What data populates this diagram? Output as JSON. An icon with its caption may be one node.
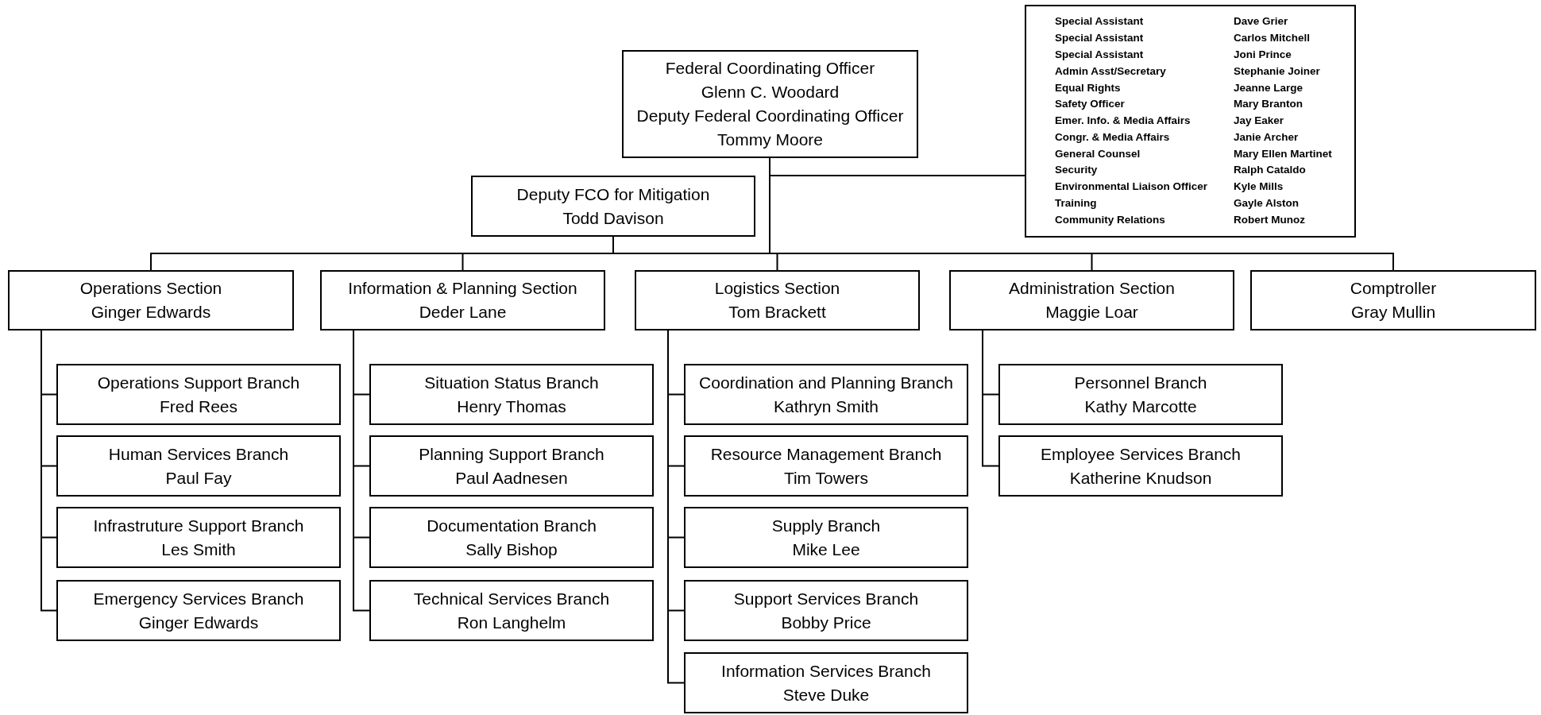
{
  "diagram": {
    "nodes": [
      {
        "text": [
          "Federal Coordinating Officer",
          "Glenn C. Woodard",
          "Deputy Federal Coordinating Officer",
          "Tommy Moore"
        ]
      },
      {
        "text": [
          "Special Assistant",
          "Dave Grier",
          "Special Assistant",
          "Carlos Mitchell",
          "Special Assistant",
          "Joni Prince",
          "Admin Asst/Secretary",
          "Stephanie Joiner",
          "Equal Rights",
          "Jeanne Large",
          "Safety Officer",
          "Mary Branton",
          "Emer. Info. & Media Affairs",
          "Jay Eaker",
          "Congr. & Media Affairs",
          "Janie Archer",
          "General Counsel",
          "Mary Ellen Martinet",
          "Security",
          "Ralph Cataldo",
          "Environmental Liaison Officer",
          "Kyle Mills",
          "Training",
          "Gayle Alston",
          "Community Relations",
          "Robert Munoz"
        ]
      },
      {
        "text": [
          "Deputy FCO for Mitigation",
          "Todd Davison"
        ]
      },
      {
        "text": [
          "Operations Section",
          "Ginger Edwards"
        ]
      },
      {
        "text": [
          "Information & Planning Section",
          "Deder Lane"
        ]
      },
      {
        "text": [
          "Logistics Section",
          "Tom Brackett"
        ]
      },
      {
        "text": [
          "Administration Section",
          "Maggie Loar"
        ]
      },
      {
        "text": [
          "Comptroller",
          "Gray Mullin"
        ]
      },
      {
        "text": [
          "Operations Support Branch",
          "Fred Rees"
        ]
      },
      {
        "text": [
          "Human Services Branch",
          "Paul Fay"
        ]
      },
      {
        "text": [
          "Infrastruture Support Branch",
          "Les Smith"
        ]
      },
      {
        "text": [
          "Emergency Services Branch",
          "Ginger Edwards"
        ]
      },
      {
        "text": [
          "Situation Status Branch",
          "Henry Thomas"
        ]
      },
      {
        "text": [
          "Planning Support Branch",
          "Paul Aadnesen"
        ]
      },
      {
        "text": [
          "Documentation Branch",
          "Sally Bishop"
        ]
      },
      {
        "text": [
          "Technical Services Branch",
          "Ron Langhelm"
        ]
      },
      {
        "text": [
          "Coordination and Planning Branch",
          "Kathryn Smith"
        ]
      },
      {
        "text": [
          "Resource Management Branch",
          "Tim Towers"
        ]
      },
      {
        "text": [
          "Supply Branch",
          "Mike Lee"
        ]
      },
      {
        "text": [
          "Support Services Branch",
          "Bobby Price"
        ]
      },
      {
        "text": [
          "Information Services Branch",
          "Steve Duke"
        ]
      },
      {
        "text": [
          "Personnel Branch",
          "Kathy Marcotte"
        ]
      },
      {
        "text": [
          "Employee Services Branch",
          "Katherine Knudson"
        ]
      }
    ],
    "edges": [
      {
        "from": 0,
        "to": 1,
        "arrow": "none"
      },
      {
        "from": 0,
        "to": 2,
        "arrow": "none"
      },
      {
        "from": 0,
        "to": 3,
        "arrow": "none"
      },
      {
        "from": 0,
        "to": 4,
        "arrow": "none"
      },
      {
        "from": 0,
        "to": 5,
        "arrow": "none"
      },
      {
        "from": 0,
        "to": 6,
        "arrow": "none"
      },
      {
        "from": 0,
        "to": 7,
        "arrow": "none"
      },
      {
        "from": 3,
        "to": 8,
        "arrow": "none"
      },
      {
        "from": 3,
        "to": 9,
        "arrow": "none"
      },
      {
        "from": 3,
        "to": 10,
        "arrow": "none"
      },
      {
        "from": 3,
        "to": 11,
        "arrow": "none"
      },
      {
        "from": 4,
        "to": 12,
        "arrow": "none"
      },
      {
        "from": 4,
        "to": 13,
        "arrow": "none"
      },
      {
        "from": 4,
        "to": 14,
        "arrow": "none"
      },
      {
        "from": 4,
        "to": 15,
        "arrow": "none"
      },
      {
        "from": 5,
        "to": 16,
        "arrow": "none"
      },
      {
        "from": 5,
        "to": 17,
        "arrow": "none"
      },
      {
        "from": 5,
        "to": 18,
        "arrow": "none"
      },
      {
        "from": 5,
        "to": 19,
        "arrow": "none"
      },
      {
        "from": 5,
        "to": 20,
        "arrow": "none"
      },
      {
        "from": 6,
        "to": 21,
        "arrow": "none"
      },
      {
        "from": 6,
        "to": 22,
        "arrow": "none"
      }
    ]
  }
}
